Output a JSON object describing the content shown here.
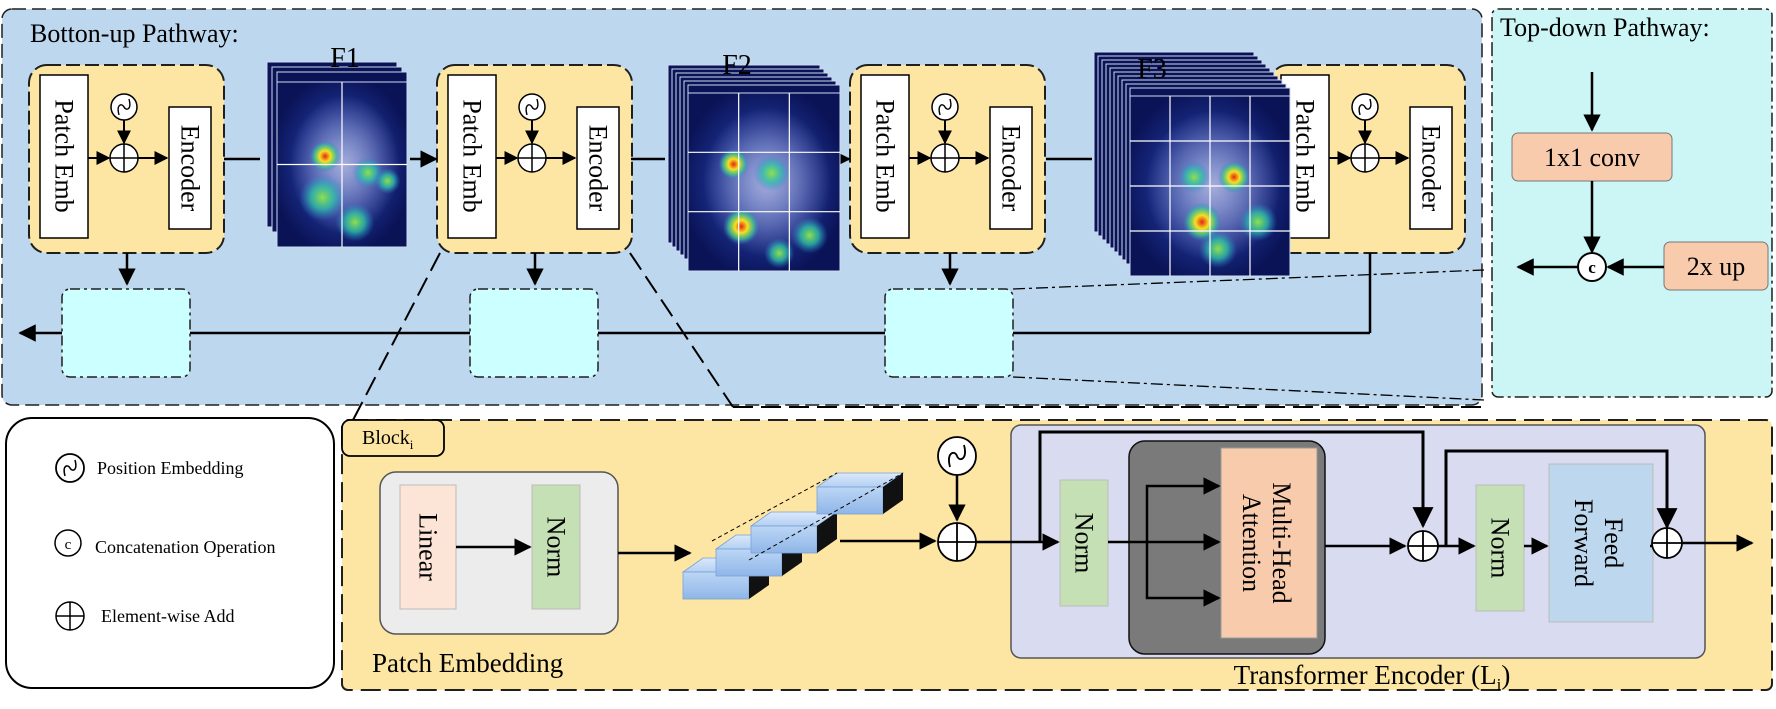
{
  "bottom_up": {
    "title": "Botton-up Pathway:",
    "blocks": [
      {
        "patch_label": "Patch Emb",
        "encoder_label": "Encoder"
      },
      {
        "patch_label": "Patch Emb",
        "encoder_label": "Encoder"
      },
      {
        "patch_label": "Patch Emb",
        "encoder_label": "Encoder"
      },
      {
        "patch_label": "Patch Emb",
        "encoder_label": "Encoder"
      }
    ],
    "feature_labels": [
      "F1",
      "F2",
      "F3"
    ]
  },
  "top_down": {
    "title": "Top-down Pathway:",
    "conv_label": "1x1 conv",
    "up_label": "2x up",
    "concat_symbol": "c"
  },
  "legend": {
    "items": [
      {
        "icon": "position-embedding-icon",
        "label": "Position Embedding"
      },
      {
        "icon": "concatenation-icon",
        "symbol": "c",
        "label": "Concatenation Operation"
      },
      {
        "icon": "element-wise-add-icon",
        "label": "Element-wise Add"
      }
    ]
  },
  "block_detail": {
    "tag_main": "Block",
    "tag_sub": "i",
    "patch_embedding": {
      "title": "Patch Embedding",
      "linear_label": "Linear",
      "norm_label": "Norm"
    },
    "transformer_encoder": {
      "title_main": "Transformer Encoder (L",
      "title_sub": "i",
      "title_end": ")",
      "norm1_label": "Norm",
      "attention_line1": "Multi-Head",
      "attention_line2": "Attention",
      "norm2_label": "Norm",
      "ff_line1": "Feed",
      "ff_line2": "Forward"
    }
  },
  "colors": {
    "bottom_up_bg": "#bdd7ee",
    "top_down_bg": "#ccf5f5",
    "block_bg": "#fde6a3",
    "output_box": "#ccffff",
    "patch_embedding_bg": "#ececec",
    "transformer_bg": "#d9dcf0",
    "attention_bg": "#7a7a7a",
    "salmon": "#f8cbad",
    "norm_green": "#c5e0b4",
    "ff_blue": "#bdd7ee",
    "linear_bg": "#fce4d6"
  }
}
